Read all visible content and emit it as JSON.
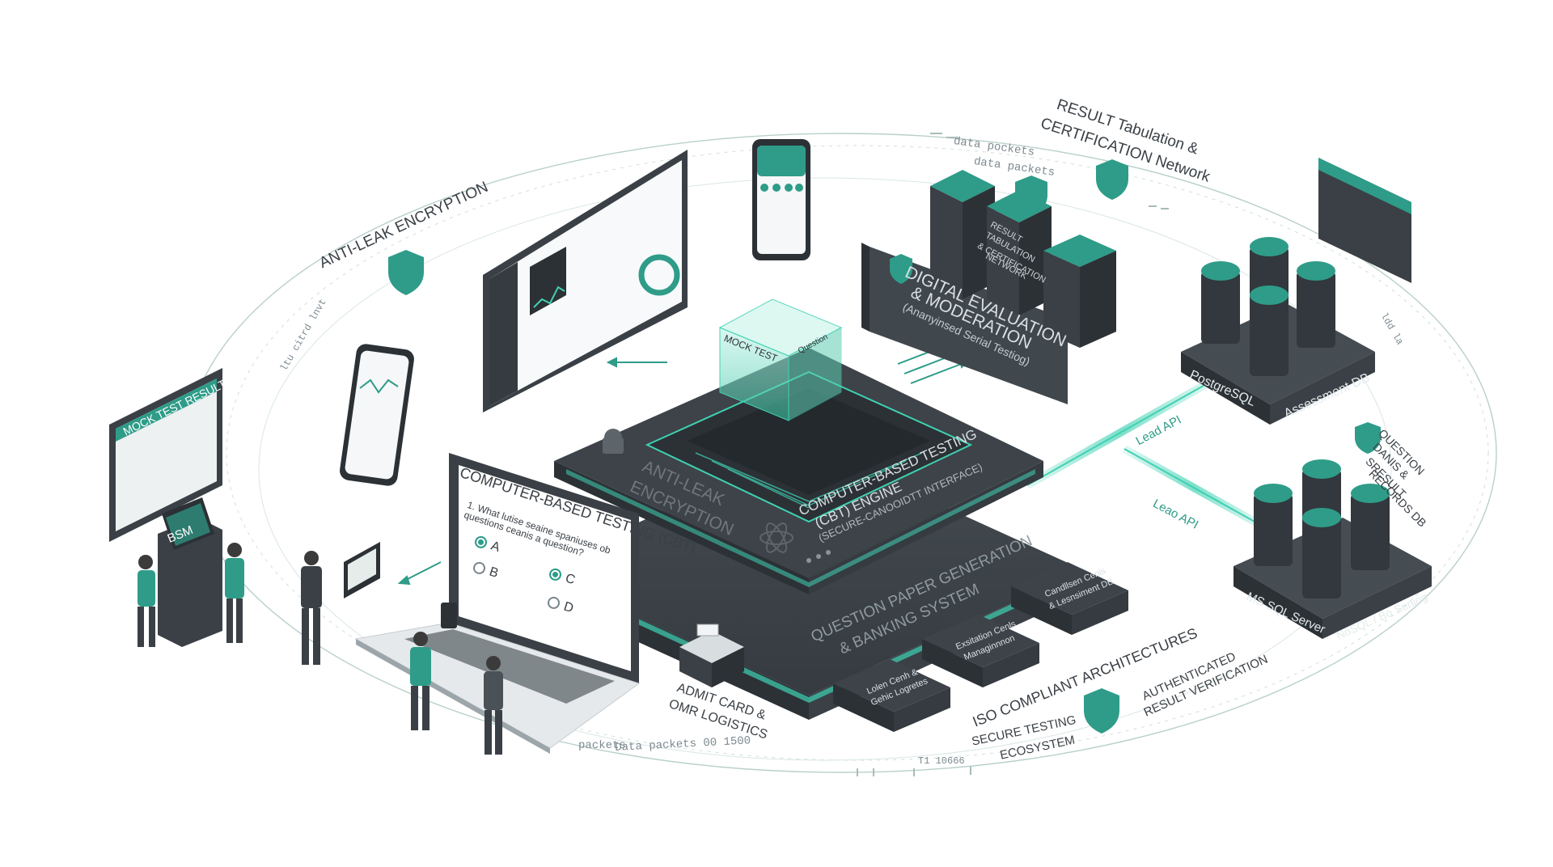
{
  "colors": {
    "teal": "#2e9c88",
    "teal_glow": "#3fd1b2",
    "slate_dark": "#353b40",
    "slate_mid": "#4a5157",
    "slate_light": "#5d656b",
    "line": "#9fb9b3"
  },
  "labels": {
    "anti_leak_top": "ANTI-LEAK ENCRYPTION",
    "result_network_1": "RESULT Tabulation &",
    "result_network_2": "CERTIFICATION Network",
    "data_packets_a": "data pockets",
    "data_packets_b": "data packets",
    "data_packets_bottom": "Data packets  00 1500",
    "packets_bottom": "packets",
    "bottom_code": "T1  10666",
    "mock_test_result": "MOCK TEST RESULT",
    "bsm": "BSM",
    "cbt_screen_title": "COMPUTER-BASED TESTING (CBT)",
    "cbt_question": "1. What lutise seaine spaniuses ob questions ceanis a question?",
    "option_a": "A",
    "option_b": "B",
    "option_c": "C",
    "option_d": "D",
    "cube_mock_test": "MOCK TEST",
    "cube_question": "Question",
    "platform_anti_leak_1": "ANTI-LEAK",
    "platform_anti_leak_2": "ENCRYPTION",
    "cbt_engine_1": "COMPUTER-BASED TESTING",
    "cbt_engine_2": "(CBT) ENGINE",
    "cbt_engine_3": "(SECURE-CANOOIDTT INTERFACE)",
    "qpg_1": "QUESTION PAPER GENERATION",
    "qpg_2": "& BANKING SYSTEM",
    "eval_1": "DIGITAL EVALUATION",
    "eval_2": "& MODERATION",
    "eval_3": "(Ananyinsed Serial Testiog)",
    "server_label_1": "RESULT",
    "server_label_2": "TABULATION",
    "server_label_3": "& CERTIFICATION",
    "server_label_4": "NETWORK",
    "postgres": "PostgreSQL",
    "assessment_db": "Assessment DB",
    "lead_api": "Lead API",
    "leao_api": "Leao API",
    "question_db_1": "QUESTION",
    "question_db_2": "DANIS &",
    "question_db_3": "SRESULT",
    "question_db_4": "RECORDS DB",
    "ms_sql": "MS SQL Server",
    "nosql": "NoSQL / Bo Sening",
    "admit_card_1": "ADMIT CARD &",
    "admit_card_2": "OMR LOGISTICS",
    "iso": "ISO COMPLIANT ARCHITECTURES",
    "secure_testing_1": "SECURE TESTING",
    "secure_testing_2": "ECOSYSTEM",
    "authenticated_1": "AUTHENTICATED",
    "authenticated_2": "RESULT VERIFICATION",
    "box_1_a": "Lolen Cenh &",
    "box_1_b": "Gehic Logretes",
    "box_2_a": "Exsitation Cenls",
    "box_2_b": "Managinnnon",
    "box_3_a": "Candllsen Cenls",
    "box_3_b": "& Lesnsiment DB",
    "side_code_left": "ltu citrd lnvt",
    "side_code_right": "ldd la"
  }
}
